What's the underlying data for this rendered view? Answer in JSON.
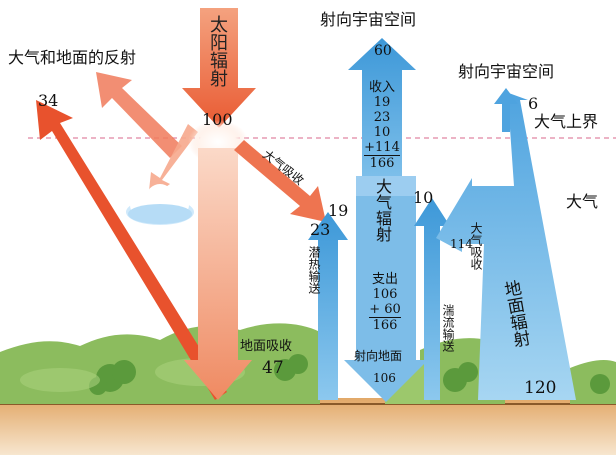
{
  "colors": {
    "solar": "#e85a32",
    "solar_light": "#f6b49a",
    "ground_rad": "#5aa9df",
    "atm_rad": "#8ec8ec",
    "boundary": "#e99ab0",
    "ground": "#d99a5a",
    "hills": "#86b85a"
  },
  "icons": [
    "cloud-icon",
    "sun-glow-icon"
  ],
  "labels": {
    "solar_radiation": "太阳辐射",
    "solar_radiation_value": "100",
    "reflection": "大气和地面的反射",
    "reflection_value": "34",
    "atm_absorb_solar": "大气吸收",
    "atm_absorb_solar_value": "19",
    "ground_absorb": "地面吸收",
    "ground_absorb_value": "47",
    "latent_heat": "潜热输送",
    "latent_heat_value": "23",
    "turbulence": "湍流输送",
    "turbulence_value": "10",
    "to_space_top": "射向宇宙空间",
    "to_space_top_value": "60",
    "to_space_right": "射向宇宙空间",
    "to_space_right_value": "6",
    "atmosphere_top": "大气上界",
    "atmosphere_right": "大气",
    "atm_absorb_ground": "大气吸收",
    "atm_absorb_ground_value": "114",
    "ground_radiation": "地面辐射",
    "ground_radiation_value": "120",
    "atm_radiation": "大气辐射",
    "income_label": "收入",
    "income_lines": [
      "19",
      "23",
      "10"
    ],
    "income_last": "+114",
    "income_total": "166",
    "expense_label": "支出",
    "expense_line": "106",
    "expense_last": "+ 60",
    "expense_total": "166",
    "to_ground": "射向地面",
    "to_ground_value": "106"
  }
}
